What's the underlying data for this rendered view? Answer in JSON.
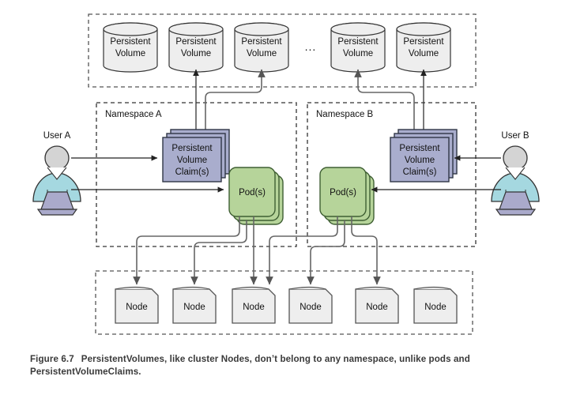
{
  "figure": {
    "number_label": "Figure 6.7",
    "caption": "PersistentVolumes, like cluster Nodes, don’t belong to any namespace, unlike pods and PersistentVolumeClaims."
  },
  "colors": {
    "pv_fill": "#eeeeee",
    "pv_stroke": "#333333",
    "pvc_fill": "#a9adcd",
    "pvc_stroke": "#2f3545",
    "pod_fill": "#b6d49a",
    "pod_stroke": "#3f5f33",
    "node_fill": "#eeeeee",
    "node_stroke": "#555555",
    "person_head": "#d4d4d4",
    "person_body": "#a5d8e0",
    "person_laptop": "#aaaacb",
    "arrow": "#666666",
    "arrow_dark": "#333333",
    "dashed_border": "#555555",
    "background": "#ffffff"
  },
  "cluster_scope": {
    "name": "cluster-wide-persistent-volumes",
    "ellipsis": "...",
    "volumes": [
      {
        "id": "pv-1",
        "line1": "Persistent",
        "line2": "Volume"
      },
      {
        "id": "pv-2",
        "line1": "Persistent",
        "line2": "Volume"
      },
      {
        "id": "pv-3",
        "line1": "Persistent",
        "line2": "Volume"
      },
      {
        "id": "pv-4",
        "line1": "Persistent",
        "line2": "Volume"
      },
      {
        "id": "pv-5",
        "line1": "Persistent",
        "line2": "Volume"
      }
    ]
  },
  "namespaces": [
    {
      "id": "namespace-a",
      "label": "Namespace A",
      "claim": {
        "line1": "Persistent",
        "line2": "Volume",
        "line3": "Claim(s)"
      },
      "pod": {
        "label": "Pod(s)"
      }
    },
    {
      "id": "namespace-b",
      "label": "Namespace B",
      "claim": {
        "line1": "Persistent",
        "line2": "Volume",
        "line3": "Claim(s)"
      },
      "pod": {
        "label": "Pod(s)"
      }
    }
  ],
  "users": [
    {
      "id": "user-a",
      "label": "User A"
    },
    {
      "id": "user-b",
      "label": "User B"
    }
  ],
  "nodes_scope": {
    "name": "cluster-wide-nodes",
    "nodes": [
      {
        "id": "node-1",
        "label": "Node"
      },
      {
        "id": "node-2",
        "label": "Node"
      },
      {
        "id": "node-3",
        "label": "Node"
      },
      {
        "id": "node-4",
        "label": "Node"
      },
      {
        "id": "node-5",
        "label": "Node"
      },
      {
        "id": "node-6",
        "label": "Node"
      }
    ]
  }
}
